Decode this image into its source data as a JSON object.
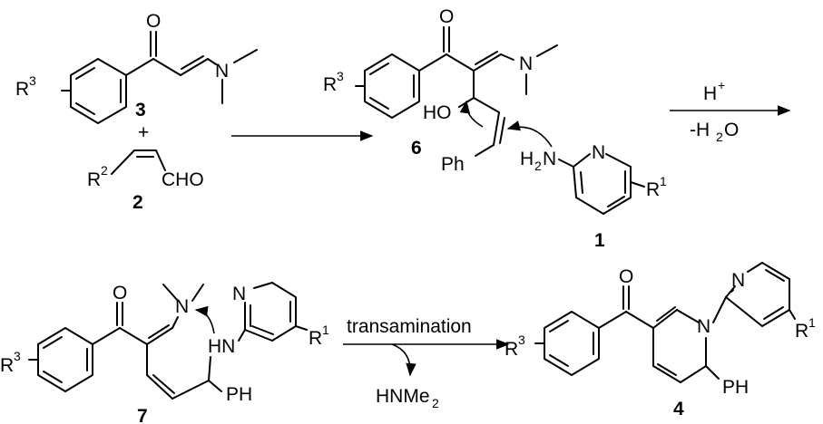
{
  "labels": {
    "o": "O",
    "n": "N",
    "r": "R",
    "r1_sup": "1",
    "r2_sup": "2",
    "r3_sup": "3",
    "cho": "CHO",
    "ho": "HO",
    "ph_upper": "Ph",
    "ph_lower": "PH",
    "h2n_h": "H",
    "h2n_2": "2",
    "h2n_n": "N",
    "hn": "HN",
    "plus": "+"
  },
  "compounds": {
    "c1": "1",
    "c2": "2",
    "c3": "3",
    "c4": "4",
    "c6": "6",
    "c7": "7"
  },
  "conditions": {
    "acid_h": "H",
    "acid_plus": "+",
    "dehydration_a": "-H",
    "dehydration_sub": "2",
    "dehydration_b": "O",
    "transamination": "transamination",
    "byproduct_a": "HNMe",
    "byproduct_sub": "2"
  }
}
